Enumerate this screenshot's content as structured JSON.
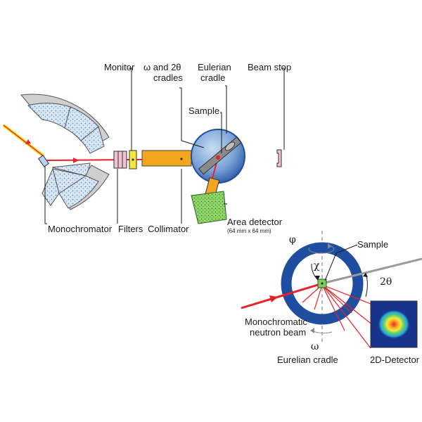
{
  "labels": {
    "monitor": "Monitor",
    "cradles_line1": "ω and 2θ",
    "cradles_line2": "cradles",
    "eulerian_line1": "Eulerian",
    "eulerian_line2": "cradle",
    "beam_stop": "Beam stop",
    "sample_top": "Sample",
    "monochromator": "Monochromator",
    "filters": "Filters",
    "collimator": "Collimator",
    "area_detector": "Area detector",
    "area_detector_size": "(64 mm x 64 mm)",
    "phi": "φ",
    "chi": "χ",
    "sample_bottom": "Sample",
    "two_theta": "2θ",
    "beam_line1": "Monochromatic",
    "beam_line2": "neutron beam",
    "omega": "ω",
    "eurelian_cradle": "Eurelian cradle",
    "detector_2d": "2D-Detector"
  },
  "colors": {
    "beam": "#e8202a",
    "incoming_beam": "#f5d400",
    "cradle_blue": "#1f4ea0",
    "cradle_light": "#a9c6ea",
    "collimator": "#f2a61e",
    "detector_green": "#7ccf5b",
    "shield_gray": "#c8c8c8",
    "crystal_blue": "#b8d3ef"
  }
}
